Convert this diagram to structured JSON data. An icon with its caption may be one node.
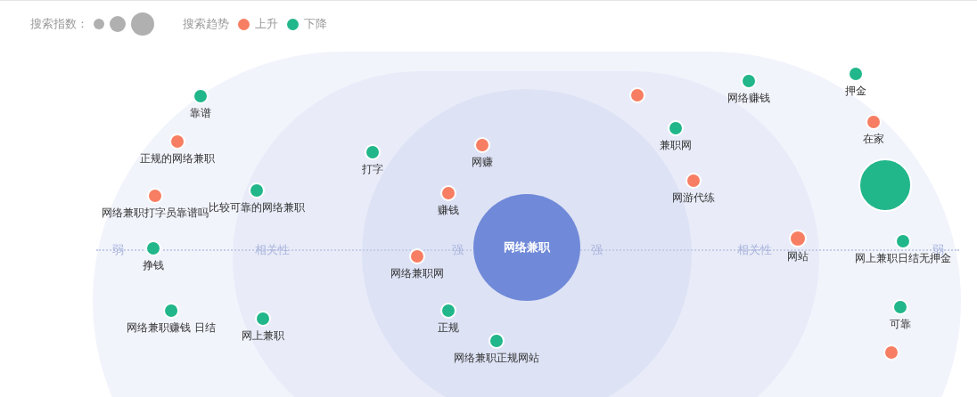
{
  "diagram": {
    "nodes": [
      {
        "text": [
          "靠谱"
        ]
      },
      {
        "text": [
          "正规的网络兼职"
        ]
      },
      {
        "text": [
          "网络兼职打字员靠谱吗"
        ]
      },
      {
        "text": [
          "比较可靠的网络兼职"
        ]
      },
      {
        "text": [
          "挣钱"
        ]
      },
      {
        "text": [
          "网络兼职赚钱 日结"
        ]
      },
      {
        "text": [
          "网上兼职"
        ]
      },
      {
        "text": [
          "打字"
        ]
      },
      {
        "text": [
          "网赚"
        ]
      },
      {
        "text": [
          "赚钱"
        ]
      },
      {
        "text": [
          "网络兼职网"
        ]
      },
      {
        "text": [
          "网络兼职"
        ]
      },
      {
        "text": [
          "正规"
        ]
      },
      {
        "text": [
          "网络兼职正规网站"
        ]
      },
      {
        "text": [],
        "shape": "circle"
      },
      {
        "text": [
          "兼职网"
        ]
      },
      {
        "text": [
          "网游代练"
        ]
      },
      {
        "text": [
          "网络赚钱"
        ]
      },
      {
        "text": [
          "押金"
        ]
      },
      {
        "text": [
          "在家"
        ]
      },
      {
        "text": [],
        "shape": "circle"
      },
      {
        "text": [
          "网站"
        ]
      },
      {
        "text": [
          "网上兼职日结无押金"
        ]
      },
      {
        "text": [
          "可靠"
        ]
      },
      {
        "text": [],
        "shape": "circle"
      }
    ],
    "edges": [],
    "labels": [
      "搜索指数：",
      "搜索趋势",
      "弱",
      "相关性",
      "强",
      "强",
      "相关性",
      "弱"
    ],
    "legend": [
      {
        "text": "上升",
        "color": "#f77e62"
      },
      {
        "text": "下降",
        "color": "#22b68b"
      }
    ]
  }
}
